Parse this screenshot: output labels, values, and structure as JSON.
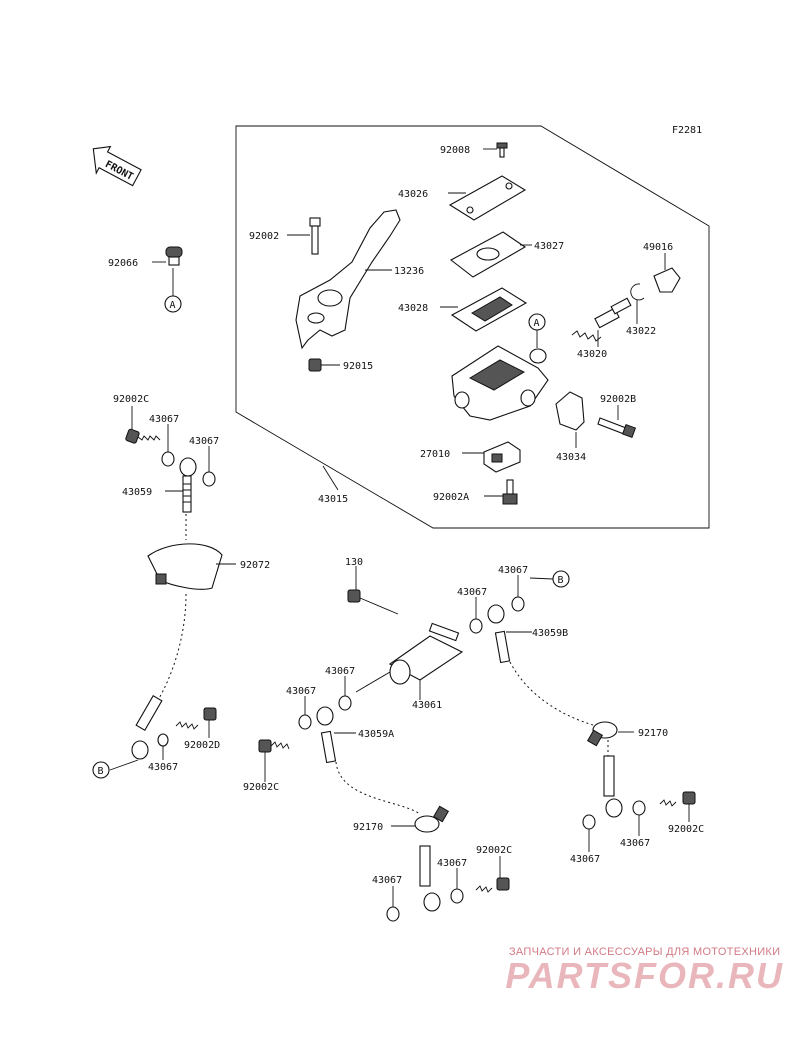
{
  "figure_code": "F2281",
  "front_label": "FRONT",
  "parts": [
    {
      "id": "p92008",
      "label": "92008"
    },
    {
      "id": "p43026",
      "label": "43026"
    },
    {
      "id": "p92002",
      "label": "92002"
    },
    {
      "id": "p13236",
      "label": "13236"
    },
    {
      "id": "p43027",
      "label": "43027"
    },
    {
      "id": "p49016",
      "label": "49016"
    },
    {
      "id": "p43028",
      "label": "43028"
    },
    {
      "id": "p43022",
      "label": "43022"
    },
    {
      "id": "p92015",
      "label": "92015"
    },
    {
      "id": "p43020",
      "label": "43020"
    },
    {
      "id": "p92002B",
      "label": "92002B"
    },
    {
      "id": "p27010",
      "label": "27010"
    },
    {
      "id": "p43034",
      "label": "43034"
    },
    {
      "id": "p92002A",
      "label": "92002A"
    },
    {
      "id": "p43015",
      "label": "43015"
    },
    {
      "id": "p92066",
      "label": "92066"
    },
    {
      "id": "p92002C_a",
      "label": "92002C"
    },
    {
      "id": "p43067_a",
      "label": "43067"
    },
    {
      "id": "p43067_b",
      "label": "43067"
    },
    {
      "id": "p43059",
      "label": "43059"
    },
    {
      "id": "p92072",
      "label": "92072"
    },
    {
      "id": "p130",
      "label": "130"
    },
    {
      "id": "p43067_c",
      "label": "43067"
    },
    {
      "id": "p43067_d",
      "label": "43067"
    },
    {
      "id": "p43059B",
      "label": "43059B"
    },
    {
      "id": "p43067_e",
      "label": "43067"
    },
    {
      "id": "p43067_f",
      "label": "43067"
    },
    {
      "id": "p43061",
      "label": "43061"
    },
    {
      "id": "p43059A",
      "label": "43059A"
    },
    {
      "id": "p92002D",
      "label": "92002D"
    },
    {
      "id": "p43067_g",
      "label": "43067"
    },
    {
      "id": "p92002C_b",
      "label": "92002C"
    },
    {
      "id": "p92170_a",
      "label": "92170"
    },
    {
      "id": "p92170_b",
      "label": "92170"
    },
    {
      "id": "p43067_h",
      "label": "43067"
    },
    {
      "id": "p43067_i",
      "label": "43067"
    },
    {
      "id": "p92002C_c",
      "label": "92002C"
    },
    {
      "id": "p43067_j",
      "label": "43067"
    },
    {
      "id": "p43067_k",
      "label": "43067"
    },
    {
      "id": "p92002C_d",
      "label": "92002C"
    }
  ],
  "refs": {
    "A": "A",
    "B": "B"
  },
  "watermark": {
    "caption": "ЗАПЧАСТИ И АКСЕССУАРЫ ДЛЯ МОТОТЕХНИКИ",
    "brand": "PARTSFOR.RU"
  }
}
